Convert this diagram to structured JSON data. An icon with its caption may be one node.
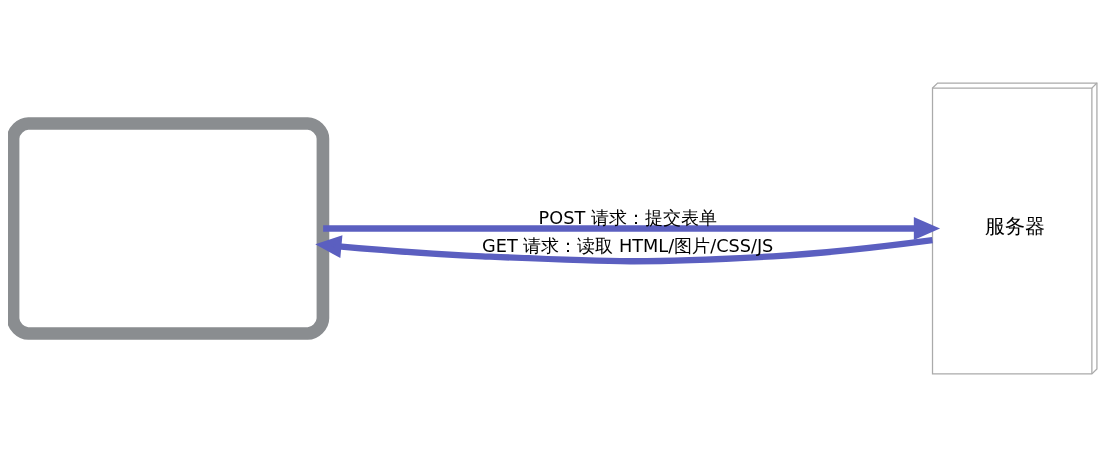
{
  "diagram": {
    "nodes": [
      {
        "text": [],
        "shape": "computer"
      },
      {
        "text": [
          "服务器"
        ]
      }
    ],
    "edges": [
      {
        "from": 0,
        "to": 1,
        "arrow": "to",
        "label": "POST 请求：提交表单"
      },
      {
        "from": 1,
        "to": 0,
        "arrow": "to",
        "label": "GET 请求：读取 HTML/图片/CSS/JS"
      }
    ]
  }
}
